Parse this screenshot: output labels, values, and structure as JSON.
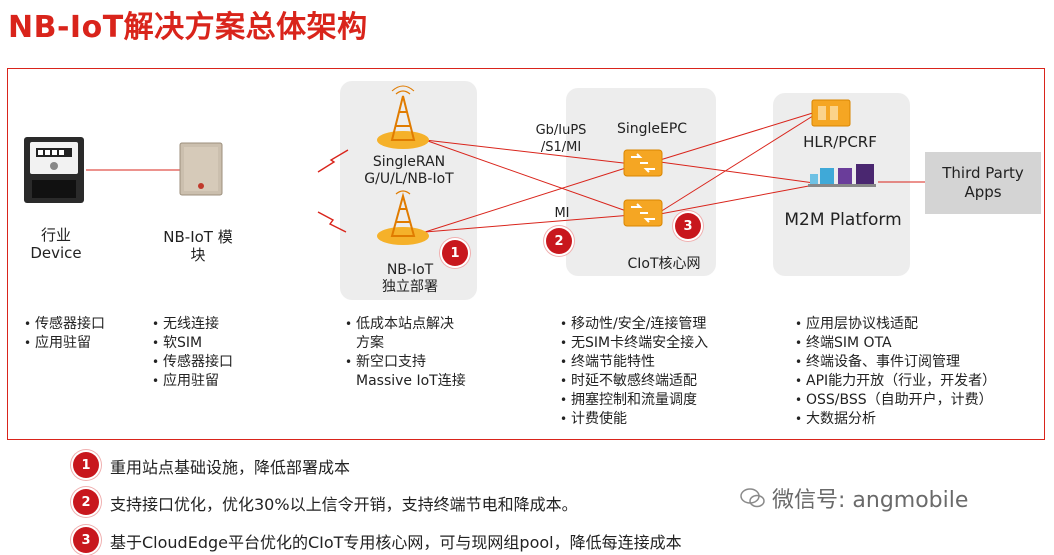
{
  "title": "NB-IoT解决方案总体架构",
  "device": {
    "label_cn": "行业",
    "label_en": "Device"
  },
  "module": {
    "label_line1": "NB-IoT 模",
    "label_line2": "块"
  },
  "singleran": {
    "label_line1": "SingleRAN",
    "label_line2": "G/U/L/NB-IoT"
  },
  "nbiot_standalone": {
    "label_line1": "NB-IoT",
    "label_line2": "独立部署"
  },
  "epc": {
    "title": "SingleEPC",
    "ciot": "CIoT核心网"
  },
  "interfaces": {
    "gb_line1": "Gb/IuPS",
    "gb_line2": "/S1/MI",
    "mi": "MI"
  },
  "hlr": "HLR/PCRF",
  "m2m": "M2M Platform",
  "third_party": {
    "line1": "Third Party",
    "line2": "Apps"
  },
  "bullets": {
    "device": [
      "传感器接口",
      "应用驻留"
    ],
    "module": [
      "无线连接",
      "软SIM",
      "传感器接口",
      "应用驻留"
    ],
    "ran": [
      "低成本站点解决",
      "方案",
      "新空口支持",
      "Massive IoT连接"
    ],
    "epc": [
      "移动性/安全/连接管理",
      "无SIM卡终端安全接入",
      "终端节能特性",
      "时延不敏感终端适配",
      "拥塞控制和流量调度",
      "计费使能"
    ],
    "platform": [
      "应用层协议栈适配",
      "终端SIM OTA",
      "终端设备、事件订阅管理",
      "API能力开放（行业，开发者）",
      "OSS/BSS（自助开户，计费）",
      "大数据分析"
    ]
  },
  "badges": [
    "1",
    "2",
    "3"
  ],
  "notes": [
    "重用站点基础设施，降低部署成本",
    "支持接口优化，优化30%以上信令开销，支持终端节电和降成本。",
    "基于CloudEdge平台优化的CIoT专用核心网，可与现网组pool，降低每连接成本"
  ],
  "watermark": "微信号: angmobile",
  "colors": {
    "accent": "#d9241b",
    "panel": "#ededed",
    "badge": "#c8171d",
    "tower": "#f0a020"
  }
}
